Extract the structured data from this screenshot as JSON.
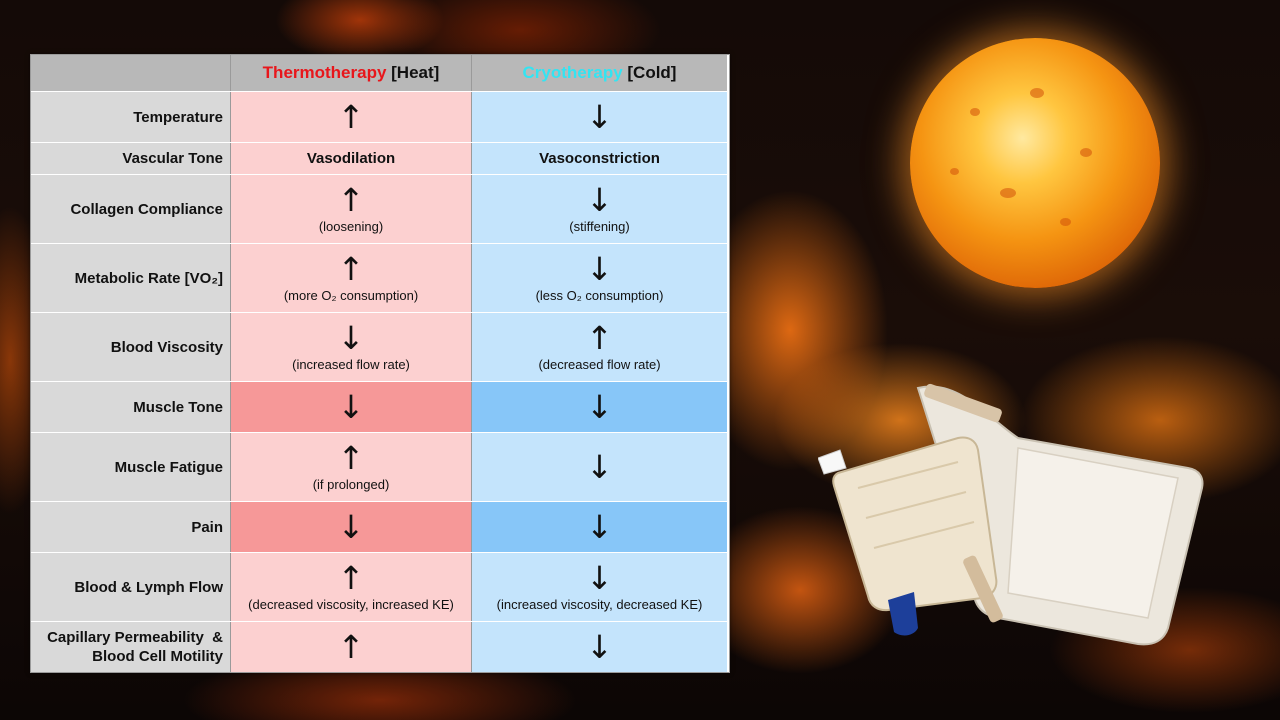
{
  "header": {
    "heat_word": "Thermotherapy",
    "heat_suffix": " [Heat]",
    "cold_word": "Cryotherapy",
    "cold_suffix": " [Cold]"
  },
  "colors": {
    "heat_word": "#e8161b",
    "cold_word": "#33e4f2",
    "heat_cell": "#fcd0d0",
    "heat_cell_strong": "#f69898",
    "cold_cell": "#c4e4fc",
    "cold_cell_strong": "#87c6f8",
    "label_cell": "#d9d9d9"
  },
  "icons": {
    "up": "↑",
    "down": "↓"
  },
  "rows": [
    {
      "label": "Temperature",
      "heat_arrow": "↑",
      "heat_note": "",
      "cold_arrow": "↓",
      "cold_note": ""
    },
    {
      "label": "Vascular Tone",
      "heat_text": "Vasodilation",
      "cold_text": "Vasoconstriction"
    },
    {
      "label": "Collagen Compliance",
      "heat_arrow": "↑",
      "heat_note": "(loosening)",
      "cold_arrow": "↓",
      "cold_note": "(stiffening)"
    },
    {
      "label": "Metabolic Rate [VO₂]",
      "heat_arrow": "↑",
      "heat_note": "(more O₂ consumption)",
      "cold_arrow": "↓",
      "cold_note": "(less O₂ consumption)"
    },
    {
      "label": "Blood Viscosity",
      "heat_arrow": "↓",
      "heat_note": "(increased flow rate)",
      "cold_arrow": "↑",
      "cold_note": "(decreased flow rate)"
    },
    {
      "label": "Muscle Tone",
      "heat_arrow": "↓",
      "heat_note": "",
      "cold_arrow": "↓",
      "cold_note": ""
    },
    {
      "label": "Muscle Fatigue",
      "heat_arrow": "↑",
      "heat_note": "(if prolonged)",
      "cold_arrow": "↓",
      "cold_note": ""
    },
    {
      "label": "Pain",
      "heat_arrow": "↓",
      "heat_note": "",
      "cold_arrow": "↓",
      "cold_note": ""
    },
    {
      "label": "Blood & Lymph Flow",
      "heat_arrow": "↑",
      "heat_note": "(decreased viscosity, increased KE)",
      "cold_arrow": "↓",
      "cold_note": "(increased viscosity, decreased KE)"
    },
    {
      "label_line1": "Capillary Permeability  &",
      "label_line2": "Blood Cell Motility",
      "heat_arrow": "↑",
      "heat_note": "",
      "cold_arrow": "↓",
      "cold_note": ""
    }
  ]
}
